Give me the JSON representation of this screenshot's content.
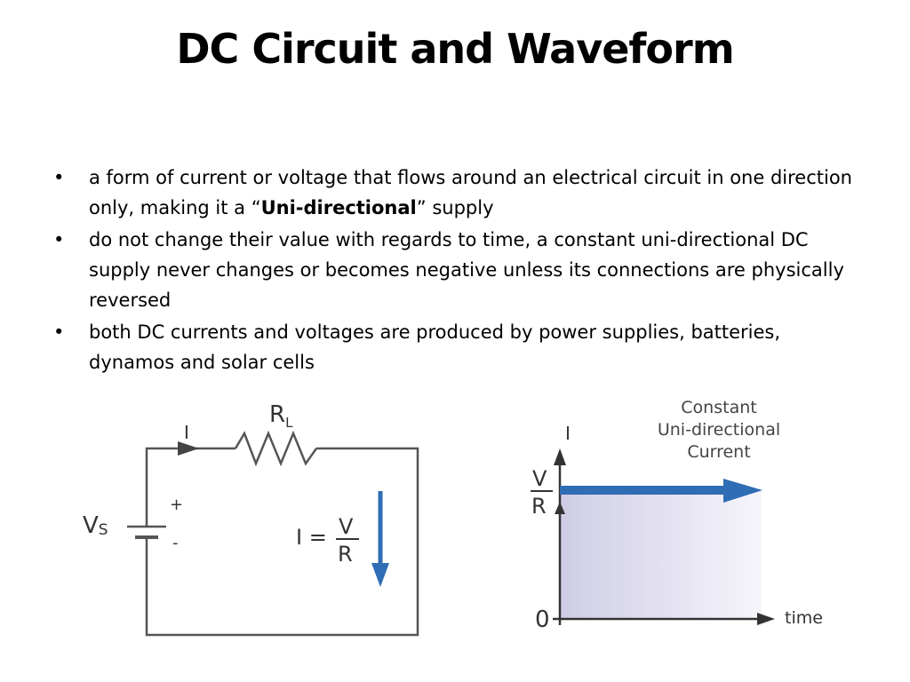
{
  "slide": {
    "title": "DC Circuit and Waveform",
    "bullets": [
      {
        "marker": "•",
        "before": "a form of current or voltage that flows around an electrical circuit in one direction only, making it a “",
        "bold": "Uni-directional",
        "after": "” supply"
      },
      {
        "marker": "•",
        "before": "do not change their value with regards to time, a constant uni-directional DC supply never changes or becomes negative unless its connections are physically reversed",
        "bold": "",
        "after": ""
      },
      {
        "marker": "•",
        "before": "both DC currents and voltages are produced by power supplies, batteries, dynamos and solar cells",
        "bold": "",
        "after": ""
      }
    ]
  },
  "circuit": {
    "resistor_label": "R",
    "resistor_sub": "L",
    "current_label": "I",
    "source_label": "V",
    "source_sub": "S",
    "plus": "+",
    "minus": "-",
    "ohm_lhs": "I =",
    "ohm_num": "V",
    "ohm_den": "R",
    "colors": {
      "wire": "#555555",
      "arrow": "#2f6db5"
    }
  },
  "waveform": {
    "annotation_lines": [
      "Constant",
      "Uni-directional",
      "Current"
    ],
    "y_axis_label": "I",
    "level_num": "V",
    "level_den": "R",
    "origin_label": "0",
    "x_axis_label": "time",
    "colors": {
      "arrow": "#2f6db5",
      "fill_start": "#cfcde6",
      "fill_end": "#f6f5fb"
    }
  }
}
